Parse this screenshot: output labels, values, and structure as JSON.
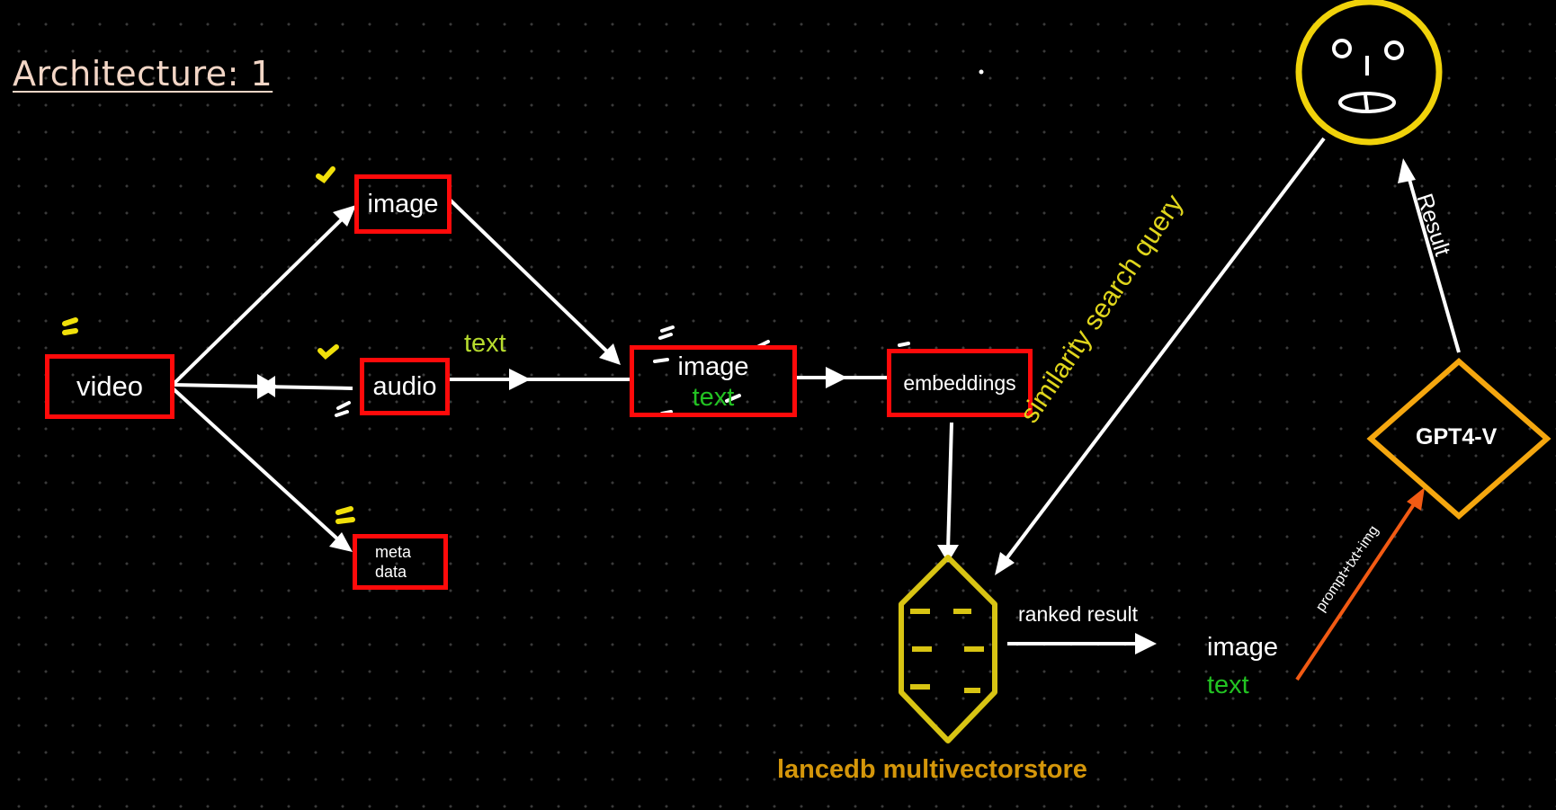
{
  "title": "Architecture: 1",
  "nodes": {
    "video": "video",
    "image1": "image",
    "audio": "audio",
    "meta_line1": "meta",
    "meta_line2": "data",
    "combined_image": "image",
    "combined_text": "text",
    "embeddings": "embeddings",
    "store": "lancedb multivectorstore",
    "result_image": "image",
    "result_text": "text",
    "gpt": "GPT4-V"
  },
  "edge_labels": {
    "audio_text": "text",
    "similarity": "similarity search query",
    "ranked": "ranked result",
    "result": "Result",
    "prompt": "prompt+txt+img"
  },
  "colors": {
    "box_border": "#ff0a0a",
    "arrow": "#ffffff",
    "text_green": "#22c322",
    "label_lime": "#b7dc2e",
    "similarity_yellow": "#e0d61c",
    "store_yellow": "#d8c413",
    "store_label": "#d4960a",
    "gpt_orange": "#f5a70f",
    "prompt_arrow": "#f25a13",
    "face_yellow": "#f0d20a"
  }
}
